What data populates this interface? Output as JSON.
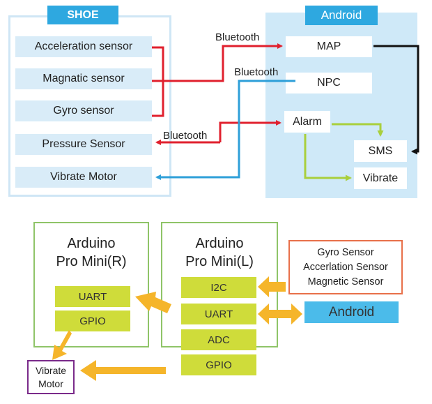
{
  "shoe": {
    "title": "SHOE",
    "sensors": [
      "Acceleration sensor",
      "Magnatic sensor",
      "Gyro sensor",
      "Pressure Sensor",
      "Vibrate Motor"
    ]
  },
  "android": {
    "title": "Android",
    "apps": {
      "map": "MAP",
      "npc": "NPC",
      "alarm": "Alarm",
      "sms": "SMS",
      "vibrate": "Vibrate"
    }
  },
  "links": {
    "bluetooth_1": "Bluetooth",
    "bluetooth_2": "Bluetooth",
    "bluetooth_3": "Bluetooth"
  },
  "arduino_right": {
    "title_line1": "Arduino",
    "title_line2": "Pro Mini(R)",
    "pins": [
      "UART",
      "GPIO"
    ]
  },
  "arduino_left": {
    "title_line1": "Arduino",
    "title_line2": "Pro Mini(L)",
    "pins": [
      "I2C",
      "UART",
      "ADC",
      "GPIO"
    ]
  },
  "sensor_module": {
    "line1": "Gyro Sensor",
    "line2": "Accerlation Sensor",
    "line3": "Magnetic Sensor"
  },
  "android_box": {
    "label": "Android"
  },
  "vibrate_motor": {
    "line1": "Vibrate",
    "line2": "Motor"
  },
  "colors": {
    "red": "#e0202e",
    "blue": "#2e9fd8",
    "green": "#a9cf3c",
    "black": "#111111",
    "orange": "#f5b52a"
  }
}
